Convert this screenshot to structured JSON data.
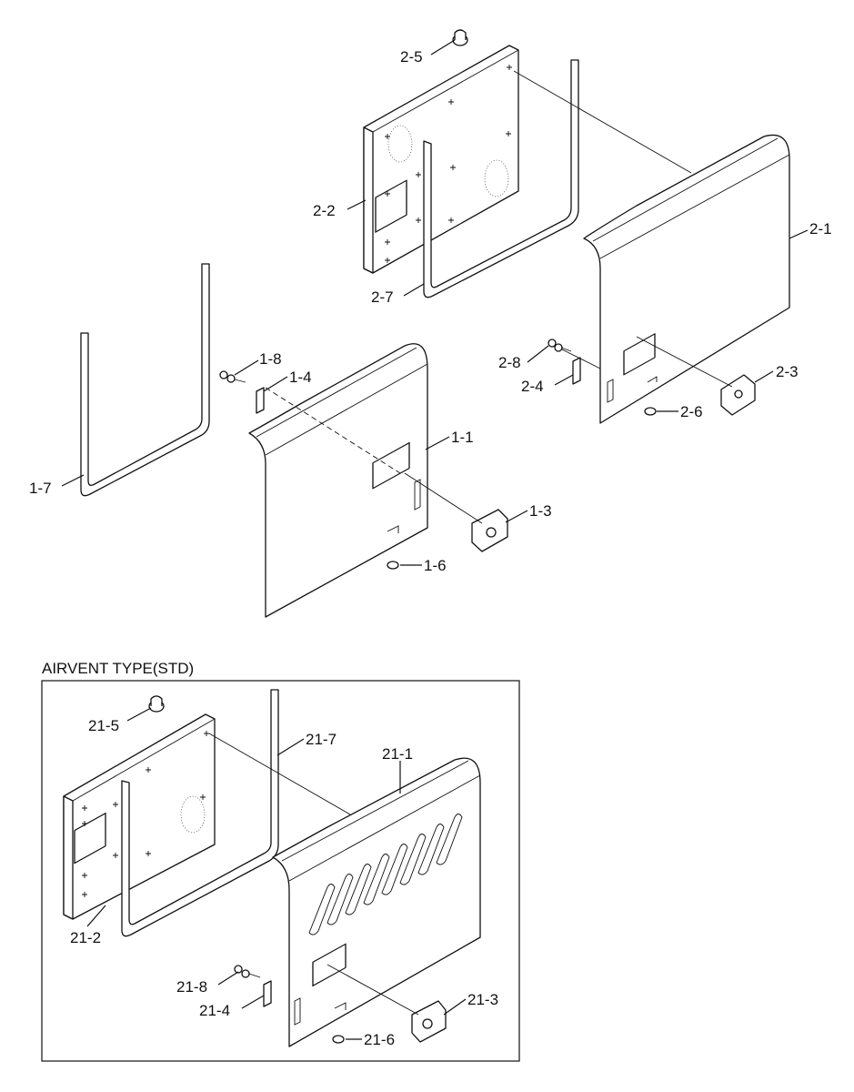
{
  "section_title": "AIRVENT TYPE(STD)",
  "labels": {
    "p2_5": "2-5",
    "p2_2": "2-2",
    "p2_7": "2-7",
    "p2_1": "2-1",
    "p2_8": "2-8",
    "p2_4": "2-4",
    "p2_3": "2-3",
    "p2_6": "2-6",
    "p1_8": "1-8",
    "p1_4": "1-4",
    "p1_1": "1-1",
    "p1_7": "1-7",
    "p1_3": "1-3",
    "p1_6": "1-6",
    "p21_5": "21-5",
    "p21_7": "21-7",
    "p21_1": "21-1",
    "p21_2": "21-2",
    "p21_8": "21-8",
    "p21_4": "21-4",
    "p21_3": "21-3",
    "p21_6": "21-6"
  }
}
